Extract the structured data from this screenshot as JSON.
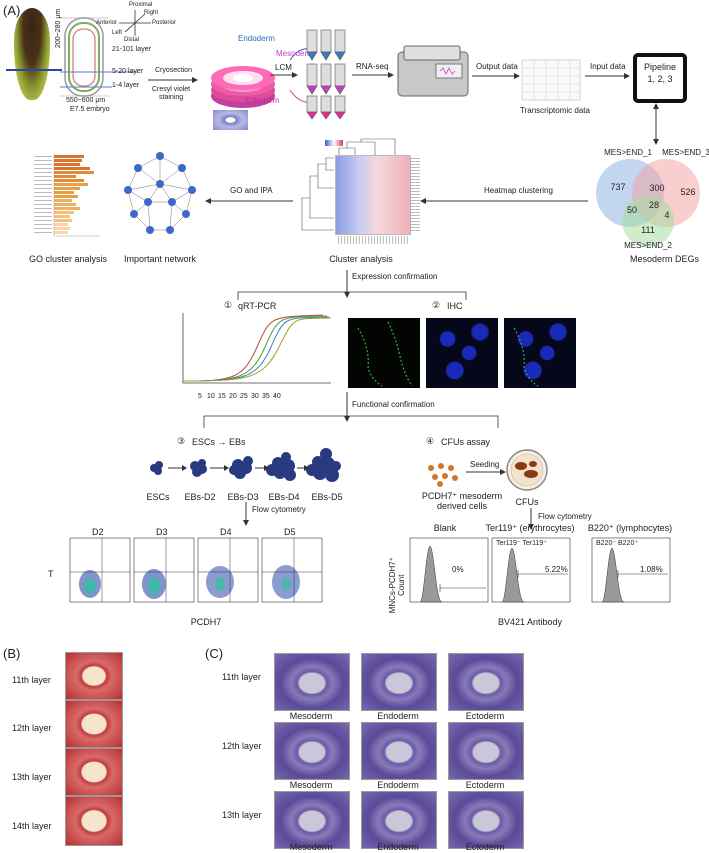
{
  "panel_labels": {
    "a": "(A)",
    "b": "(B)",
    "c": "(C)"
  },
  "embryo": {
    "axes": {
      "proximal": "Proximal",
      "distal": "Distal",
      "anterior": "Anterior",
      "posterior": "Posterior",
      "right": "Right",
      "left": "Left"
    },
    "layers": [
      "21-101 layer",
      "5-20 layer",
      "1-4 layer"
    ],
    "height_label": "200~280 μm",
    "width_label": "550~600 μm",
    "stage_label": "E7.5 embryo"
  },
  "step_labels": {
    "cryosection": "Cryosection",
    "cresyl": "Cresyl violet\nstaining",
    "lcm": "LCM",
    "rnaseq": "RNA-seq",
    "output": "Output data",
    "input": "Input data",
    "go_ipa": "GO and IPA",
    "heatmap_clustering": "Heatmap clustering",
    "expression_confirmation": "Expression confirmation",
    "functional_confirmation": "Functional confirmation",
    "flow_cytometry_left": "Flow cytometry",
    "flow_cytometry_right": "Flow cytometry",
    "seeding": "Seeding"
  },
  "germ_layers": {
    "endoderm": "Endoderm",
    "mesoderm": "Mesoderm",
    "ectoderm": "Ectoderm"
  },
  "pipeline": {
    "line1": "Pipeline",
    "line2": "1, 2, 3"
  },
  "outputs": {
    "transcriptomic": "Transcriptomic data",
    "go_cluster": "GO cluster analysis",
    "important_network": "Important network",
    "cluster_analysis": "Cluster analysis",
    "mesoderm_degs": "Mesoderm DEGs"
  },
  "venn": {
    "set1": "MES>END_1",
    "set2": "MES>END_3",
    "set3": "MES>END_2",
    "only1": "737",
    "only2": "526",
    "only3": "111",
    "s12": "300",
    "s13": "50",
    "s23": "4",
    "s123": "28",
    "colors": {
      "set1": "#8fb4e8",
      "set2": "#f3a6a6",
      "set3": "#a8dca0"
    }
  },
  "confirm": {
    "qrt_num": "①",
    "qrt": "qRT-PCR",
    "ihc_num": "②",
    "ihc": "IHC",
    "qrt_ticks": [
      "5",
      "10",
      "15",
      "20",
      "25",
      "30",
      "35",
      "40"
    ]
  },
  "functional": {
    "esc_num": "③",
    "esc_title": "ESCs → EBs",
    "stages": [
      "ESCs",
      "EBs-D2",
      "EBs-D3",
      "EBs-D4",
      "EBs-D5"
    ],
    "cfu_num": "④",
    "cfu_title": "CFUs assay",
    "pcdh7_cells": "PCDH7⁺ mesoderm\nderived cells",
    "cfus": "CFUs"
  },
  "flow_left": {
    "days": [
      "D2",
      "D3",
      "D4",
      "D5"
    ],
    "ylabel": "T",
    "xlabel": "PCDH7"
  },
  "flow_right": {
    "ylabel": "MNCs-PCDH7⁺\nCount",
    "xlabel": "BV421 Antibody",
    "panels": [
      {
        "title": "Blank",
        "gate": "",
        "pct": "0%"
      },
      {
        "title": "Ter119⁺ (erythrocytes)",
        "gate": "Ter119⁻   Ter119⁺",
        "pct": "5.22%"
      },
      {
        "title": "B220⁺ (lymphocytes)",
        "gate": "B220⁻   B220⁺",
        "pct": "1.08%"
      }
    ]
  },
  "panel_b": {
    "layers": [
      "11th layer",
      "12th layer",
      "13th layer",
      "14th layer"
    ]
  },
  "panel_c": {
    "rows": [
      "11th layer",
      "12th layer",
      "13th layer"
    ],
    "cols": [
      "Mesoderm",
      "Endoderm",
      "Ectoderm"
    ]
  }
}
